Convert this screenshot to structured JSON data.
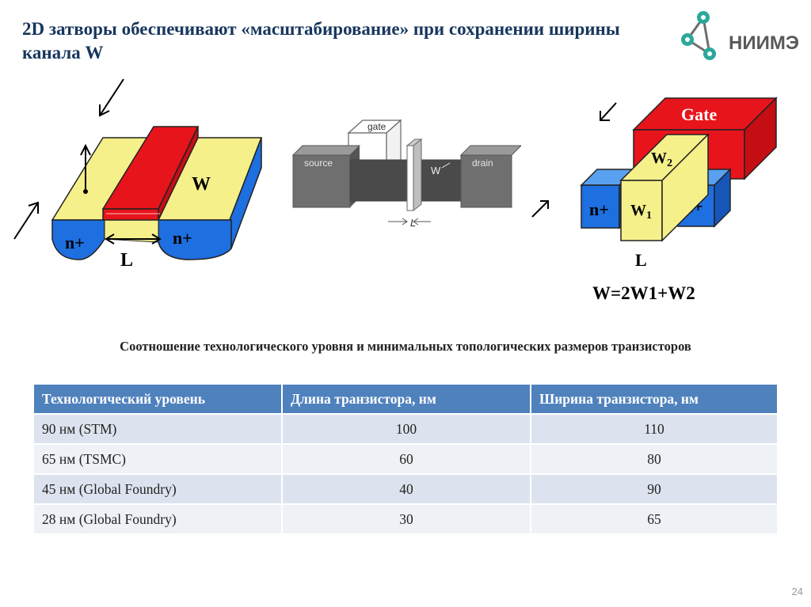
{
  "slide": {
    "title": "2D затворы обеспечивают «масштабирование» при сохранении ширины канала W",
    "logo_text": "НИИМЭ",
    "page_number": "24"
  },
  "diagram_planar": {
    "label_w": "W",
    "label_n_left": "n+",
    "label_n_right": "n+",
    "label_l": "L"
  },
  "diagram_schematic": {
    "label_gate": "gate",
    "label_source": "source",
    "label_drain": "drain",
    "label_w": "W",
    "label_l": "L"
  },
  "diagram_finfet": {
    "label_gate": "Gate",
    "label_w2": "W",
    "label_w2_sub": "2",
    "label_w1": "W",
    "label_w1_sub": "1",
    "label_n_left": "n+",
    "label_n_right": "n+",
    "label_l": "L",
    "formula": "W=2W1+W2"
  },
  "table": {
    "caption": "Соотношение технологического уровня и минимальных топологических размеров транзисторов",
    "headers": [
      "Технологический уровень",
      "Длина транзистора, нм",
      "Ширина транзистора, нм"
    ],
    "rows": [
      [
        "90 нм (STM)",
        "100",
        "110"
      ],
      [
        "65 нм (TSMC)",
        "60",
        "80"
      ],
      [
        "45 нм (Global Foundry)",
        "40",
        "90"
      ],
      [
        "28 нм (Global Foundry)",
        "30",
        "65"
      ]
    ]
  },
  "colors": {
    "title": "#17365d",
    "table_header": "#4f81bd",
    "gate_red": "#e8141b",
    "channel_yellow": "#f5f08a",
    "nplus_blue": "#1e6fe0"
  }
}
